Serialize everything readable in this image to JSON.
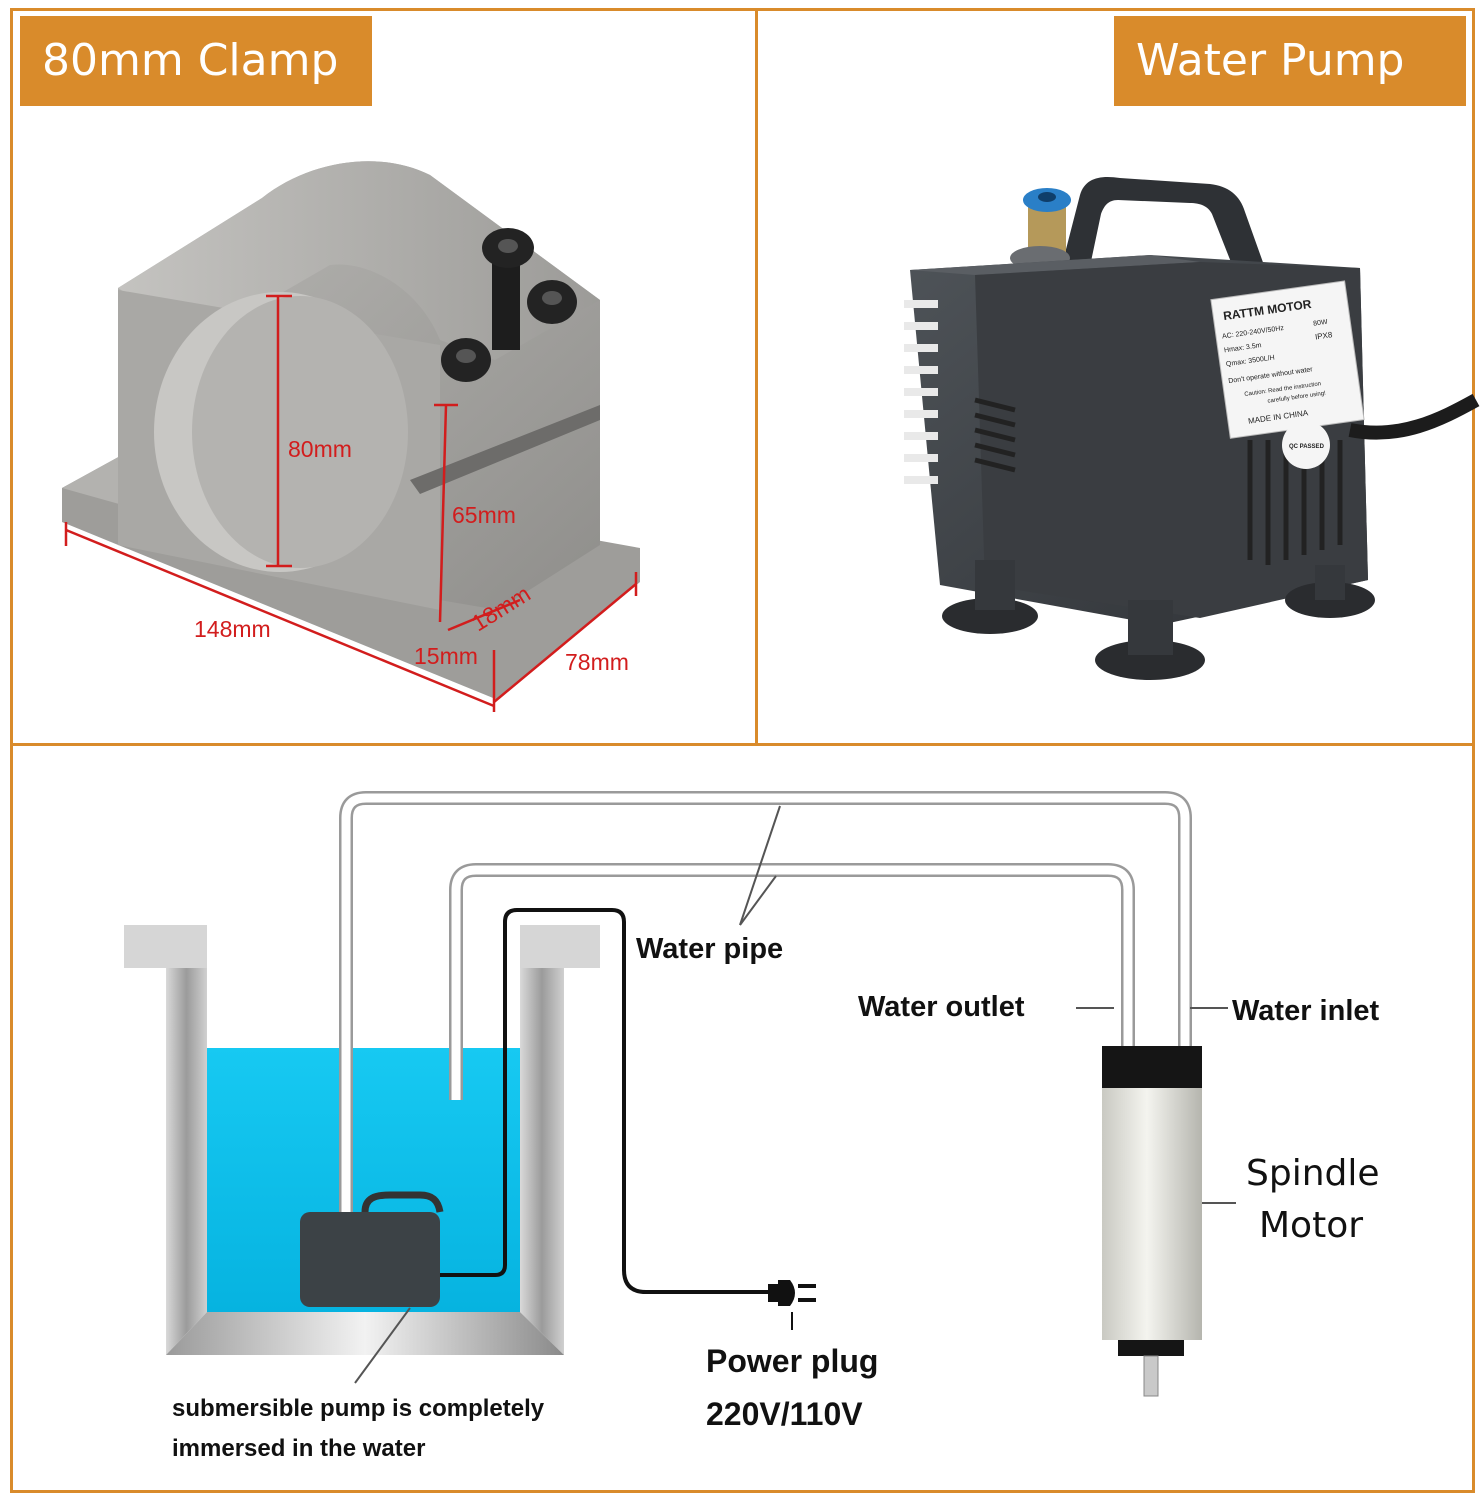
{
  "panels": {
    "clamp": {
      "title": "80mm Clamp"
    },
    "pump": {
      "title": "Water Pump"
    }
  },
  "clamp_dimensions": {
    "bore": "80mm",
    "height": "65mm",
    "length": "148mm",
    "slot_width": "18mm",
    "base_height": "15mm",
    "depth": "78mm"
  },
  "pump_label": {
    "brand": "RATTM MOTOR",
    "spec_ac": "AC: 220-240V/50Hz",
    "spec_power": "80W",
    "spec_hmax": "Hmax: 3.5m",
    "spec_rating": "IPX8",
    "spec_qmax": "Qmax: 3500L/H",
    "warning_1": "Don't operate without water",
    "warning_2": "Caution: Read the instruction",
    "warning_3": "carefully before using!",
    "origin": "MADE IN CHINA",
    "qc": "QC PASSED"
  },
  "diagram_labels": {
    "water_pipe": "Water pipe",
    "water_outlet": "Water outlet",
    "water_inlet": "Water inlet",
    "spindle_line1": "Spindle",
    "spindle_line2": "Motor",
    "power_plug": "Power plug",
    "voltage": "220V/110V",
    "pump_note_line1": "submersible pump is completely",
    "pump_note_line2": "immersed in the water"
  },
  "colors": {
    "accent": "#d98b2b",
    "dimension": "#d21d1d",
    "water": "#0fc5ee",
    "aluminum": "#a7a6a3",
    "pump_body": "#3f4347"
  }
}
